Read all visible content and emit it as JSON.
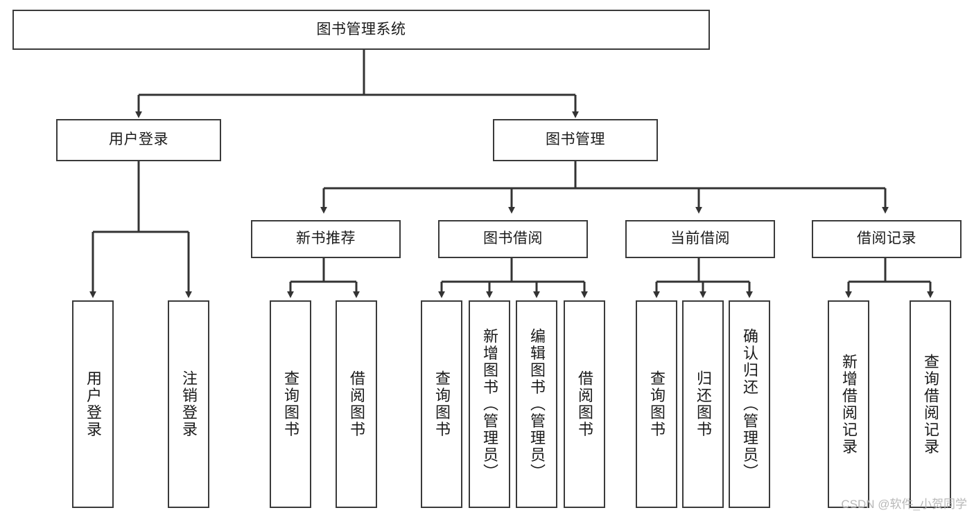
{
  "diagram": {
    "title": "图书管理系统",
    "type": "hierarchy-tree",
    "orientation": "top-down",
    "root": {
      "id": "root",
      "label": "图书管理系统"
    },
    "level2": [
      {
        "id": "user-login",
        "label": "用户登录"
      },
      {
        "id": "book-manage",
        "label": "图书管理"
      }
    ],
    "level3": [
      {
        "id": "new-book-recommend",
        "label": "新书推荐",
        "parent": "book-manage"
      },
      {
        "id": "book-borrow",
        "label": "图书借阅",
        "parent": "book-manage"
      },
      {
        "id": "current-borrow",
        "label": "当前借阅",
        "parent": "book-manage"
      },
      {
        "id": "borrow-record",
        "label": "借阅记录",
        "parent": "book-manage"
      }
    ],
    "leaves": [
      {
        "id": "leaf-user-login",
        "label": "用户登录",
        "parent": "user-login"
      },
      {
        "id": "leaf-user-logout",
        "label": "注销登录",
        "parent": "user-login"
      },
      {
        "id": "leaf-query-book-1",
        "label": "查询图书",
        "parent": "new-book-recommend"
      },
      {
        "id": "leaf-borrow-book-1",
        "label": "借阅图书",
        "parent": "new-book-recommend"
      },
      {
        "id": "leaf-query-book-2",
        "label": "查询图书",
        "parent": "book-borrow"
      },
      {
        "id": "leaf-add-book",
        "label": "新增图书（管理员）",
        "parent": "book-borrow"
      },
      {
        "id": "leaf-edit-book",
        "label": "编辑图书（管理员）",
        "parent": "book-borrow"
      },
      {
        "id": "leaf-borrow-book-2",
        "label": "借阅图书",
        "parent": "book-borrow"
      },
      {
        "id": "leaf-query-book-3",
        "label": "查询图书",
        "parent": "current-borrow"
      },
      {
        "id": "leaf-return-book",
        "label": "归还图书",
        "parent": "current-borrow"
      },
      {
        "id": "leaf-confirm-return",
        "label": "确认归还（管理员）",
        "parent": "current-borrow"
      },
      {
        "id": "leaf-add-record",
        "label": "新增借阅记录",
        "parent": "borrow-record"
      },
      {
        "id": "leaf-query-record",
        "label": "查询借阅记录",
        "parent": "borrow-record"
      }
    ],
    "colors": {
      "box_border": "#3a3a3a",
      "box_fill": "#ffffff",
      "connector": "#333333",
      "text": "#1a1a1a",
      "watermark": "#b8b8b8"
    }
  },
  "watermark": {
    "text": "CSDN @软件_小贺同学"
  }
}
